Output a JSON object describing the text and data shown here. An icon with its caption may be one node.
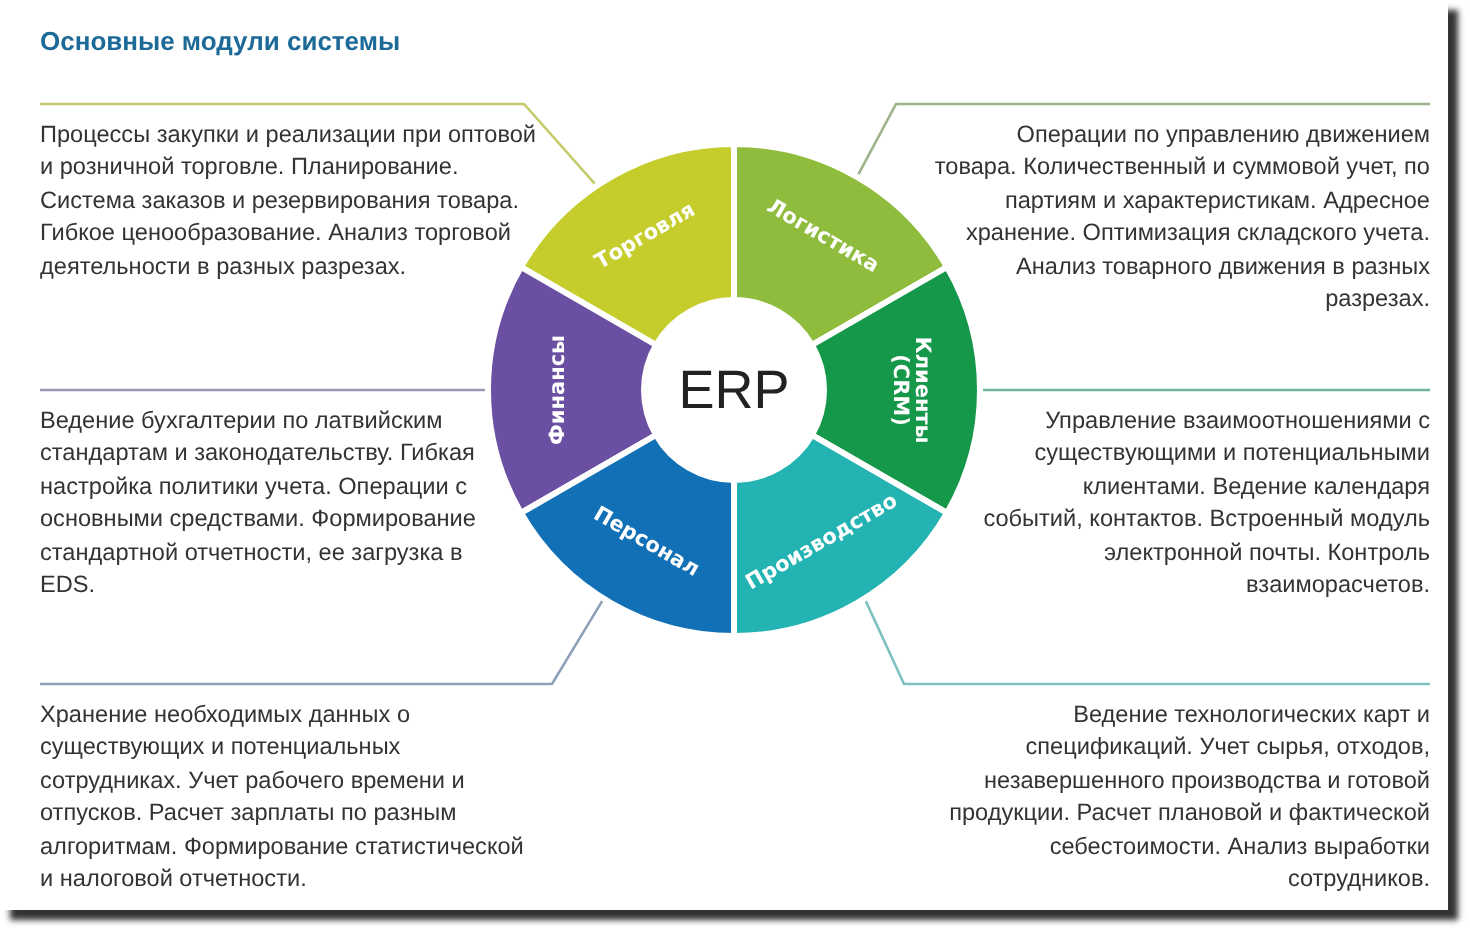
{
  "diagram": {
    "title": "Основные модули системы",
    "nodes": [
      {
        "text": [
          "Процессы закупки и реализации при оптовой и розничной торговле. Планирование. Система заказов и резервирования товара. Гибкое ценообразование. Анализ торговой деятельности в разных разрезах."
        ]
      },
      {
        "text": [
          "Операции по управлению движением товара. Количественный и суммовой учет, по партиям и характеристикам. Адресное хранение. Оптимизация складского учета. Анализ товарного движения в разных разрезах."
        ]
      },
      {
        "text": [
          "Торговля"
        ]
      },
      {
        "text": [
          "Логистика"
        ]
      },
      {
        "text": [
          "Финансы"
        ]
      },
      {
        "text": [
          "ERP"
        ]
      },
      {
        "text": [
          "Клиенты (CRM)"
        ]
      },
      {
        "text": [
          "Ведение бухгалтерии по латвийским стандартам и законодательству. Гибкая настройка политики учета. Операции с основными средствами. Формирование стандартной отчетности, ее загрузка в EDS."
        ]
      },
      {
        "text": [
          "Управление взаимоотношениями с существующими и потенциальными клиентами. Ведение календаря событий, контактов. Встроенный модуль электронной почты. Контроль взаиморасчетов."
        ]
      },
      {
        "text": [
          "Персонал"
        ]
      },
      {
        "text": [
          "Производство"
        ]
      },
      {
        "text": [
          "Хранение необходимых данных о существующих и потенциальных сотрудниках. Учет рабочего времени и отпусков. Расчет зарплаты по разным алгоритмам. Формирование статистической и налоговой отчетности."
        ]
      },
      {
        "text": [
          "Ведение технологических карт и спецификаций.  Учет сырья, отходов, незавершенного производства и готовой продукции. Расчет плановой и фактической себестоимости. Анализ выработки сотрудников."
        ]
      }
    ],
    "edges": [
      {
        "from": 0,
        "to": 2,
        "arrow": "none",
        "color": "#c5cb6a"
      },
      {
        "from": 1,
        "to": 3,
        "arrow": "none",
        "color": "#9db38a"
      },
      {
        "from": 7,
        "to": 4,
        "arrow": "none",
        "color": "#9a96b4"
      },
      {
        "from": 8,
        "to": 6,
        "arrow": "none",
        "color": "#6fb59a"
      },
      {
        "from": 11,
        "to": 9,
        "arrow": "none",
        "color": "#8ea0b8"
      },
      {
        "from": 12,
        "to": 10,
        "arrow": "none",
        "color": "#7cc0c0"
      }
    ]
  }
}
